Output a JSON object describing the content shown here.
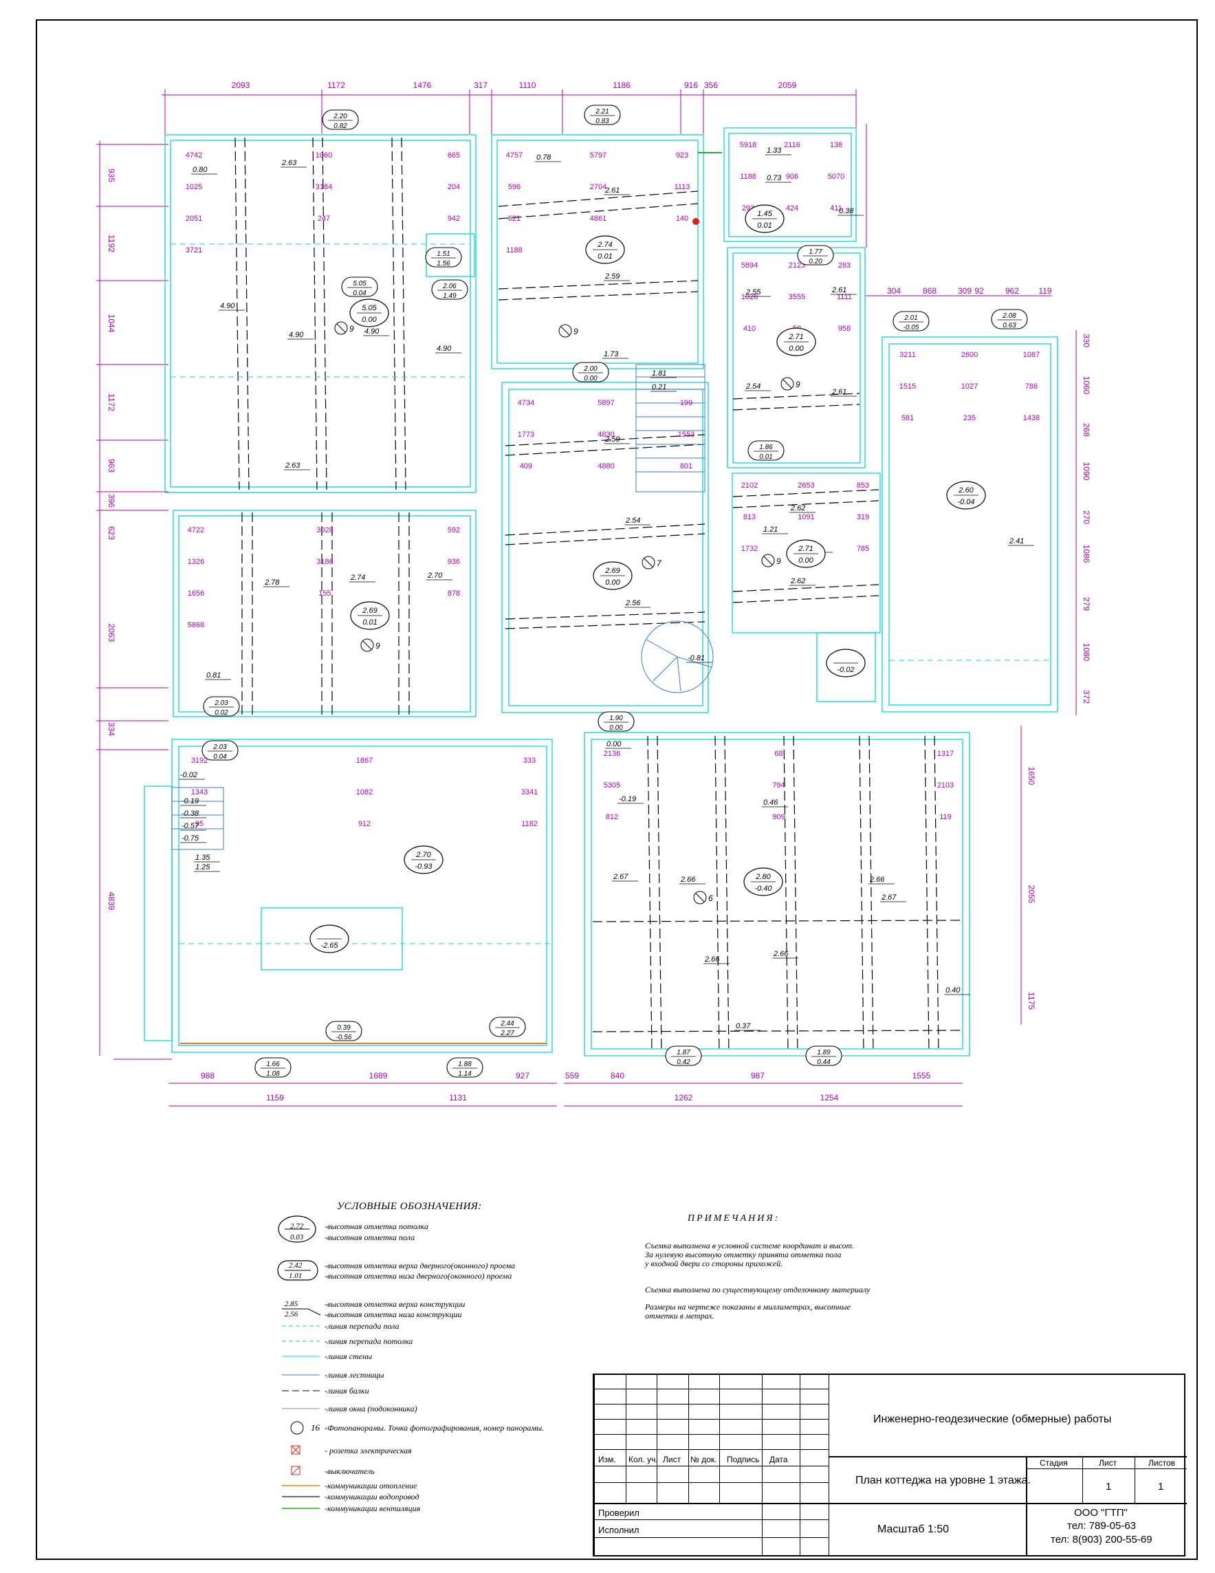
{
  "plan": {
    "dims_top": [
      "2093",
      "1172",
      "1476",
      "317",
      "1110",
      "1186",
      "916",
      "356",
      "2059"
    ],
    "dims_bottom_row1": [
      "988",
      "1689",
      "927",
      "559",
      "840",
      "987",
      "1555"
    ],
    "dims_bottom_row2": [
      "1159",
      "1131",
      "1262",
      "1254"
    ],
    "dims_left": [
      "935",
      "1192",
      "1044",
      "1172",
      "963",
      "396",
      "623",
      "2063",
      "334",
      "4839"
    ],
    "dims_right": [
      "330",
      "1060",
      "268",
      "1090",
      "270",
      "1086",
      "279",
      "1080",
      "372",
      "1650",
      "2055",
      "1175"
    ],
    "dims_mid_right": [
      "304",
      "868",
      "309",
      "92",
      "962",
      "119"
    ],
    "interior_dims": [
      "4742",
      "4722",
      "4757",
      "4734",
      "5918",
      "5894",
      "2102",
      "3211",
      "3192",
      "2136",
      "1060",
      "3028",
      "5797",
      "5897",
      "2116",
      "2123",
      "2653",
      "2600",
      "1867",
      "68",
      "665",
      "592",
      "923",
      "199",
      "138",
      "283",
      "853",
      "1087",
      "333",
      "1317",
      "1025",
      "1326",
      "596",
      "1773",
      "1188",
      "1026",
      "813",
      "1515",
      "1343",
      "5305",
      "3184",
      "3186",
      "2704",
      "4830",
      "906",
      "3555",
      "1091",
      "1027",
      "1082",
      "794",
      "204",
      "936",
      "1113",
      "1553",
      "5070",
      "1111",
      "319",
      "786",
      "3341",
      "2103",
      "2051",
      "1656",
      "621",
      "409",
      "293",
      "410",
      "1732",
      "581",
      "95",
      "812",
      "247",
      "155",
      "4861",
      "4880",
      "424",
      "50",
      "75",
      "235",
      "912",
      "909",
      "942",
      "878",
      "140",
      "801",
      "411",
      "958",
      "785",
      "1438",
      "1182",
      "119",
      "3721",
      "5868",
      "1188"
    ],
    "elevations_single": [
      "0.80",
      "2.63",
      "4.90",
      "4.90",
      "4.90",
      "4.90",
      "2.63",
      "0.78",
      "2.61",
      "2.59",
      "1.73",
      "1.81",
      "0.21",
      "2.59",
      "2.54",
      "2.56",
      "-0.81",
      "2.55",
      "2.54",
      "2.61",
      "2.61",
      "1.21",
      "2.62",
      "0.82",
      "2.62",
      "2.41",
      "1.33",
      "0.73",
      "0.38",
      "2.78",
      "2.74",
      "2.70",
      "0.81",
      "-0.02",
      "-0.19",
      "-0.38",
      "-0.57",
      "-0.75",
      "1.35",
      "1.25",
      "0.00",
      "-0.19",
      "0.46",
      "2.67",
      "2.66",
      "2.66",
      "2.66",
      "2.67",
      "2.66",
      "0.37",
      "0.40"
    ],
    "elevations_circle": [
      {
        "top": "5.05",
        "bottom": "0.00"
      },
      {
        "top": "2.74",
        "bottom": "0.01"
      },
      {
        "top": "2.71",
        "bottom": "0.00"
      },
      {
        "top": "2.60",
        "bottom": "-0.04"
      },
      {
        "top": "2.69",
        "bottom": "0.00"
      },
      {
        "top": "2.71",
        "bottom": "0.00"
      },
      {
        "top": "2.69",
        "bottom": "0.01"
      },
      {
        "top": "2.70",
        "bottom": "-0.93"
      },
      {
        "top": "",
        "bottom": "-2.65"
      },
      {
        "top": "2.80",
        "bottom": "-0.40"
      },
      {
        "top": "1.45",
        "bottom": "0.01"
      },
      {
        "top": "",
        "bottom": "-0.02"
      }
    ],
    "elevations_opening": [
      {
        "top": "2.20",
        "bottom": "0.82"
      },
      {
        "top": "2.21",
        "bottom": "0.83"
      },
      {
        "top": "5.05",
        "bottom": "0.04"
      },
      {
        "top": "1.51",
        "bottom": "1.56"
      },
      {
        "top": "2.06",
        "bottom": "1.49"
      },
      {
        "top": "1.77",
        "bottom": "0.20"
      },
      {
        "top": "2.01",
        "bottom": "-0.05"
      },
      {
        "top": "2.08",
        "bottom": "0.63"
      },
      {
        "top": "2.00",
        "bottom": "0.00"
      },
      {
        "top": "1.86",
        "bottom": "0.01"
      },
      {
        "top": "2.03",
        "bottom": "0.02"
      },
      {
        "top": "2.03",
        "bottom": "0.04"
      },
      {
        "top": "1.90",
        "bottom": "0.00"
      },
      {
        "top": "0.39",
        "bottom": "-0.56"
      },
      {
        "top": "2.44",
        "bottom": "2.27"
      },
      {
        "top": "1.66",
        "bottom": "1.08"
      },
      {
        "top": "1.88",
        "bottom": "1.14"
      },
      {
        "top": "1.87",
        "bottom": "0.42"
      },
      {
        "top": "1.89",
        "bottom": "0.44"
      }
    ],
    "panorama_numbers": [
      "9",
      "9",
      "9",
      "7",
      "9",
      "9",
      "6"
    ]
  },
  "legend": {
    "title": "УСЛОВНЫЕ ОБОЗНАЧЕНИЯ:",
    "sample_circle": {
      "top": "2.72",
      "bottom": "0.03"
    },
    "sample_opening": {
      "top": "2.42",
      "bottom": "1.01"
    },
    "sample_construction": {
      "top": "2.85",
      "bottom": "2.56"
    },
    "items": {
      "ceiling": "-высотная отметка потолка",
      "floor": "-высотная отметка пола",
      "opening_top": "-высотная отметка верха дверного(оконного) проема",
      "opening_bottom": "-высотная отметка низа дверного(оконного) проема",
      "construction_top": "-высотная отметка верха конструкции",
      "construction_bottom": "-высотная отметка низа конструкции",
      "floor_step": "-линия перепада пола",
      "ceiling_step": "-линия перепада потолка",
      "wall": "-линия стены",
      "stairs": "-линия лестницы",
      "beam": "-линия балки",
      "window": "-линия окна (подоконника)",
      "photo_number": "16",
      "photo": "-Фотопанорамы. Точка фотографирования, номер панорамы.",
      "socket": "- розетка электрическая",
      "switch": "-выключатель",
      "heating": "-коммуникации отопление",
      "water": "-коммуникации водопровод",
      "ventilation": "-коммуникации вентиляция"
    }
  },
  "notes": {
    "title": "ПРИМЕЧАНИЯ:",
    "p1": "Съемка выполнена в условной системе координат и высот.\nЗа нулевую высотную отметку принята отметка пола\nу входной двери со стороны прихожей.",
    "p2": "Съемка выполнена по существующему отделочному материалу",
    "p3": "Размеры на чертеже показаны в миллиметрах, высотные\nотметки в метрах."
  },
  "title_block": {
    "headers": [
      "Изм.",
      "Кол. уч.",
      "Лист",
      "№ док.",
      "Подпись",
      "Дата"
    ],
    "checked": "Проверил",
    "executed": "Исполнил",
    "work_title": "Инженерно-геодезические (обмерные) работы",
    "plan_title": "План коттеджа на уровне 1 этажа.",
    "scale": "Масштаб 1:50",
    "stage_label": "Стадия",
    "sheet_label": "Лист",
    "sheets_label": "Листов",
    "sheet_value": "1",
    "sheets_value": "1",
    "company": "ООО \"ГТП\"",
    "phone1": "тел: 789-05-63",
    "phone2": "тел: 8(903) 200-55-69"
  },
  "colors": {
    "wall": "#00d8d8",
    "dim": "#b000b0",
    "beam": "#000000",
    "stairs": "#3a7ad8",
    "heating": "#e08020",
    "water": "#3030c0",
    "ventilation": "#20b020",
    "marker": "#e02020"
  }
}
